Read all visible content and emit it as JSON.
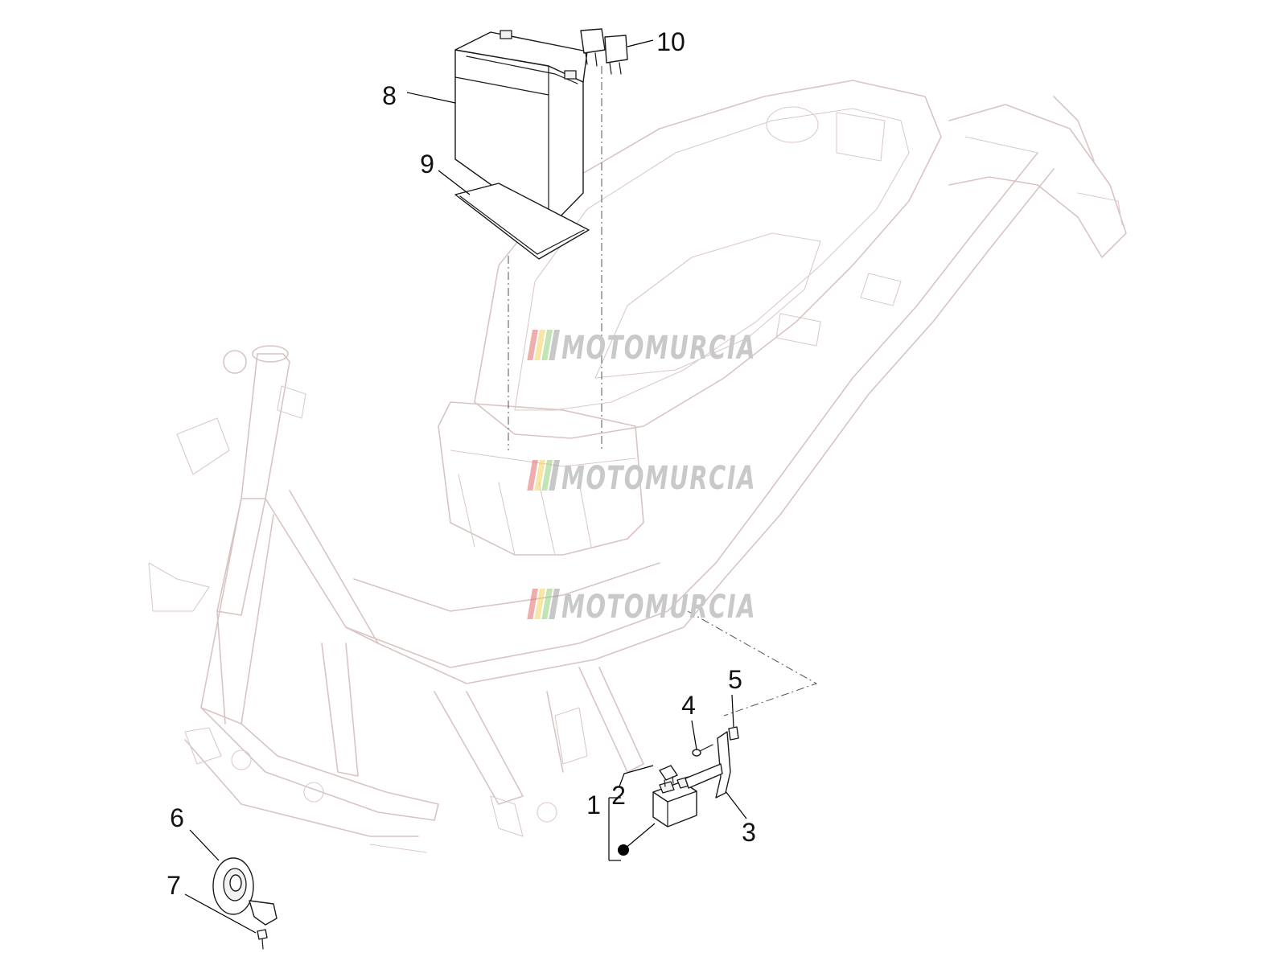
{
  "diagram": {
    "callouts": [
      "1",
      "2",
      "3",
      "4",
      "5",
      "6",
      "7",
      "8",
      "9",
      "10"
    ],
    "watermark": {
      "text": "MOTOMURCIA",
      "stripe_colors": [
        "#e46a6a",
        "#f2d25e",
        "#8fcf7a",
        "#9a9a9a"
      ]
    },
    "colors": {
      "frame_outline": "#d9c4c4",
      "part_outline": "#1a1a1a",
      "callout_text": "#111111"
    }
  }
}
